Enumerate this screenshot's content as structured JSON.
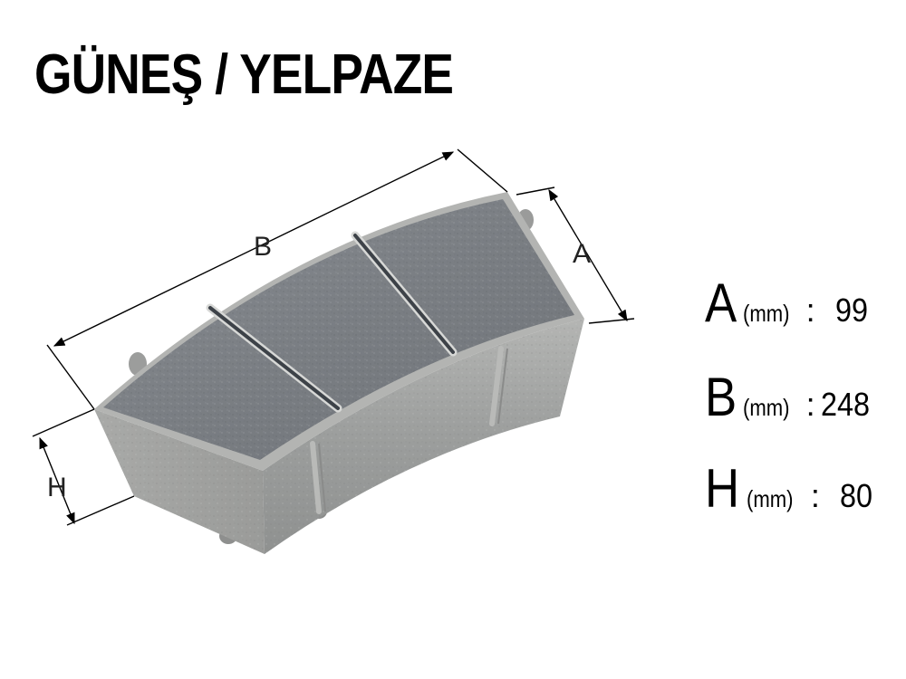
{
  "title": "GÜNEŞ / YELPAZE",
  "dimensions": {
    "labels": {
      "a": "A",
      "b": "B",
      "h": "H"
    }
  },
  "specs": [
    {
      "letter": "A",
      "unit": "(mm)",
      "separator": ":",
      "value": "99"
    },
    {
      "letter": "B",
      "unit": "(mm)",
      "separator": ":",
      "value": "248"
    },
    {
      "letter": "H",
      "unit": "(mm)",
      "separator": ":",
      "value": "80"
    }
  ],
  "colors": {
    "stone_top": "#7b7f84",
    "stone_side": "#a4a6a5",
    "groove": "#3d4248",
    "text": "#000000"
  }
}
